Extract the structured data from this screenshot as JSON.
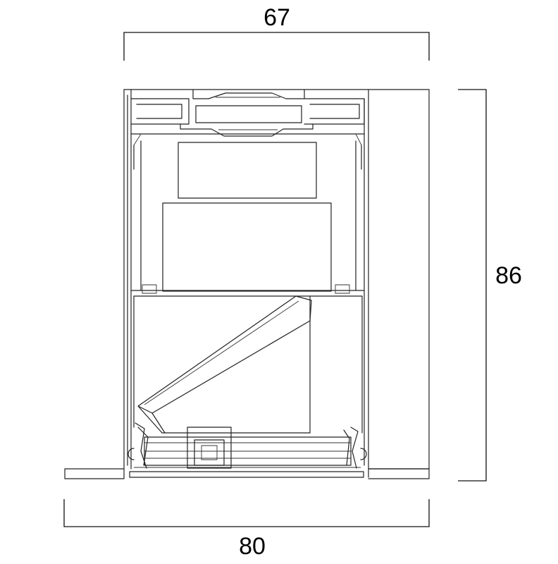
{
  "dimensions": {
    "top_width": "67",
    "bottom_width": "80",
    "height": "86"
  },
  "colors": {
    "line": "#222222",
    "background": "#ffffff",
    "text": "#000000"
  }
}
